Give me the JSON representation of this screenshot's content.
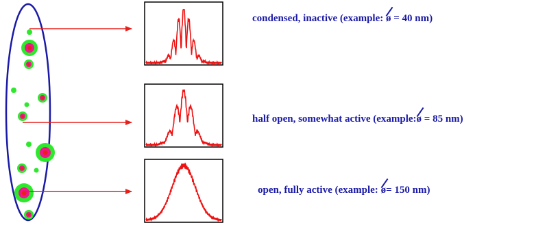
{
  "colors": {
    "ellipse": "#1a1aa6",
    "arrow": "#e8201c",
    "particle_outer": "#2ee82e",
    "particle_middle": "#f0148c",
    "particle_inner": "#e8201c",
    "caption_text": "#1a1aa6",
    "plot_line": "#ee1111",
    "plot_frame": "#000000"
  },
  "captions": [
    {
      "prefix": "condensed, inactive  (example: ",
      "symbol": "ø",
      "suffix": " = 40 nm)"
    },
    {
      "prefix": "half open, somewhat active  (example:",
      "symbol": "ø",
      "suffix": " = 85 nm)"
    },
    {
      "prefix": "open, fully active  (example: ",
      "symbol": "ø",
      "suffix": "= 150 nm)"
    }
  ]
}
